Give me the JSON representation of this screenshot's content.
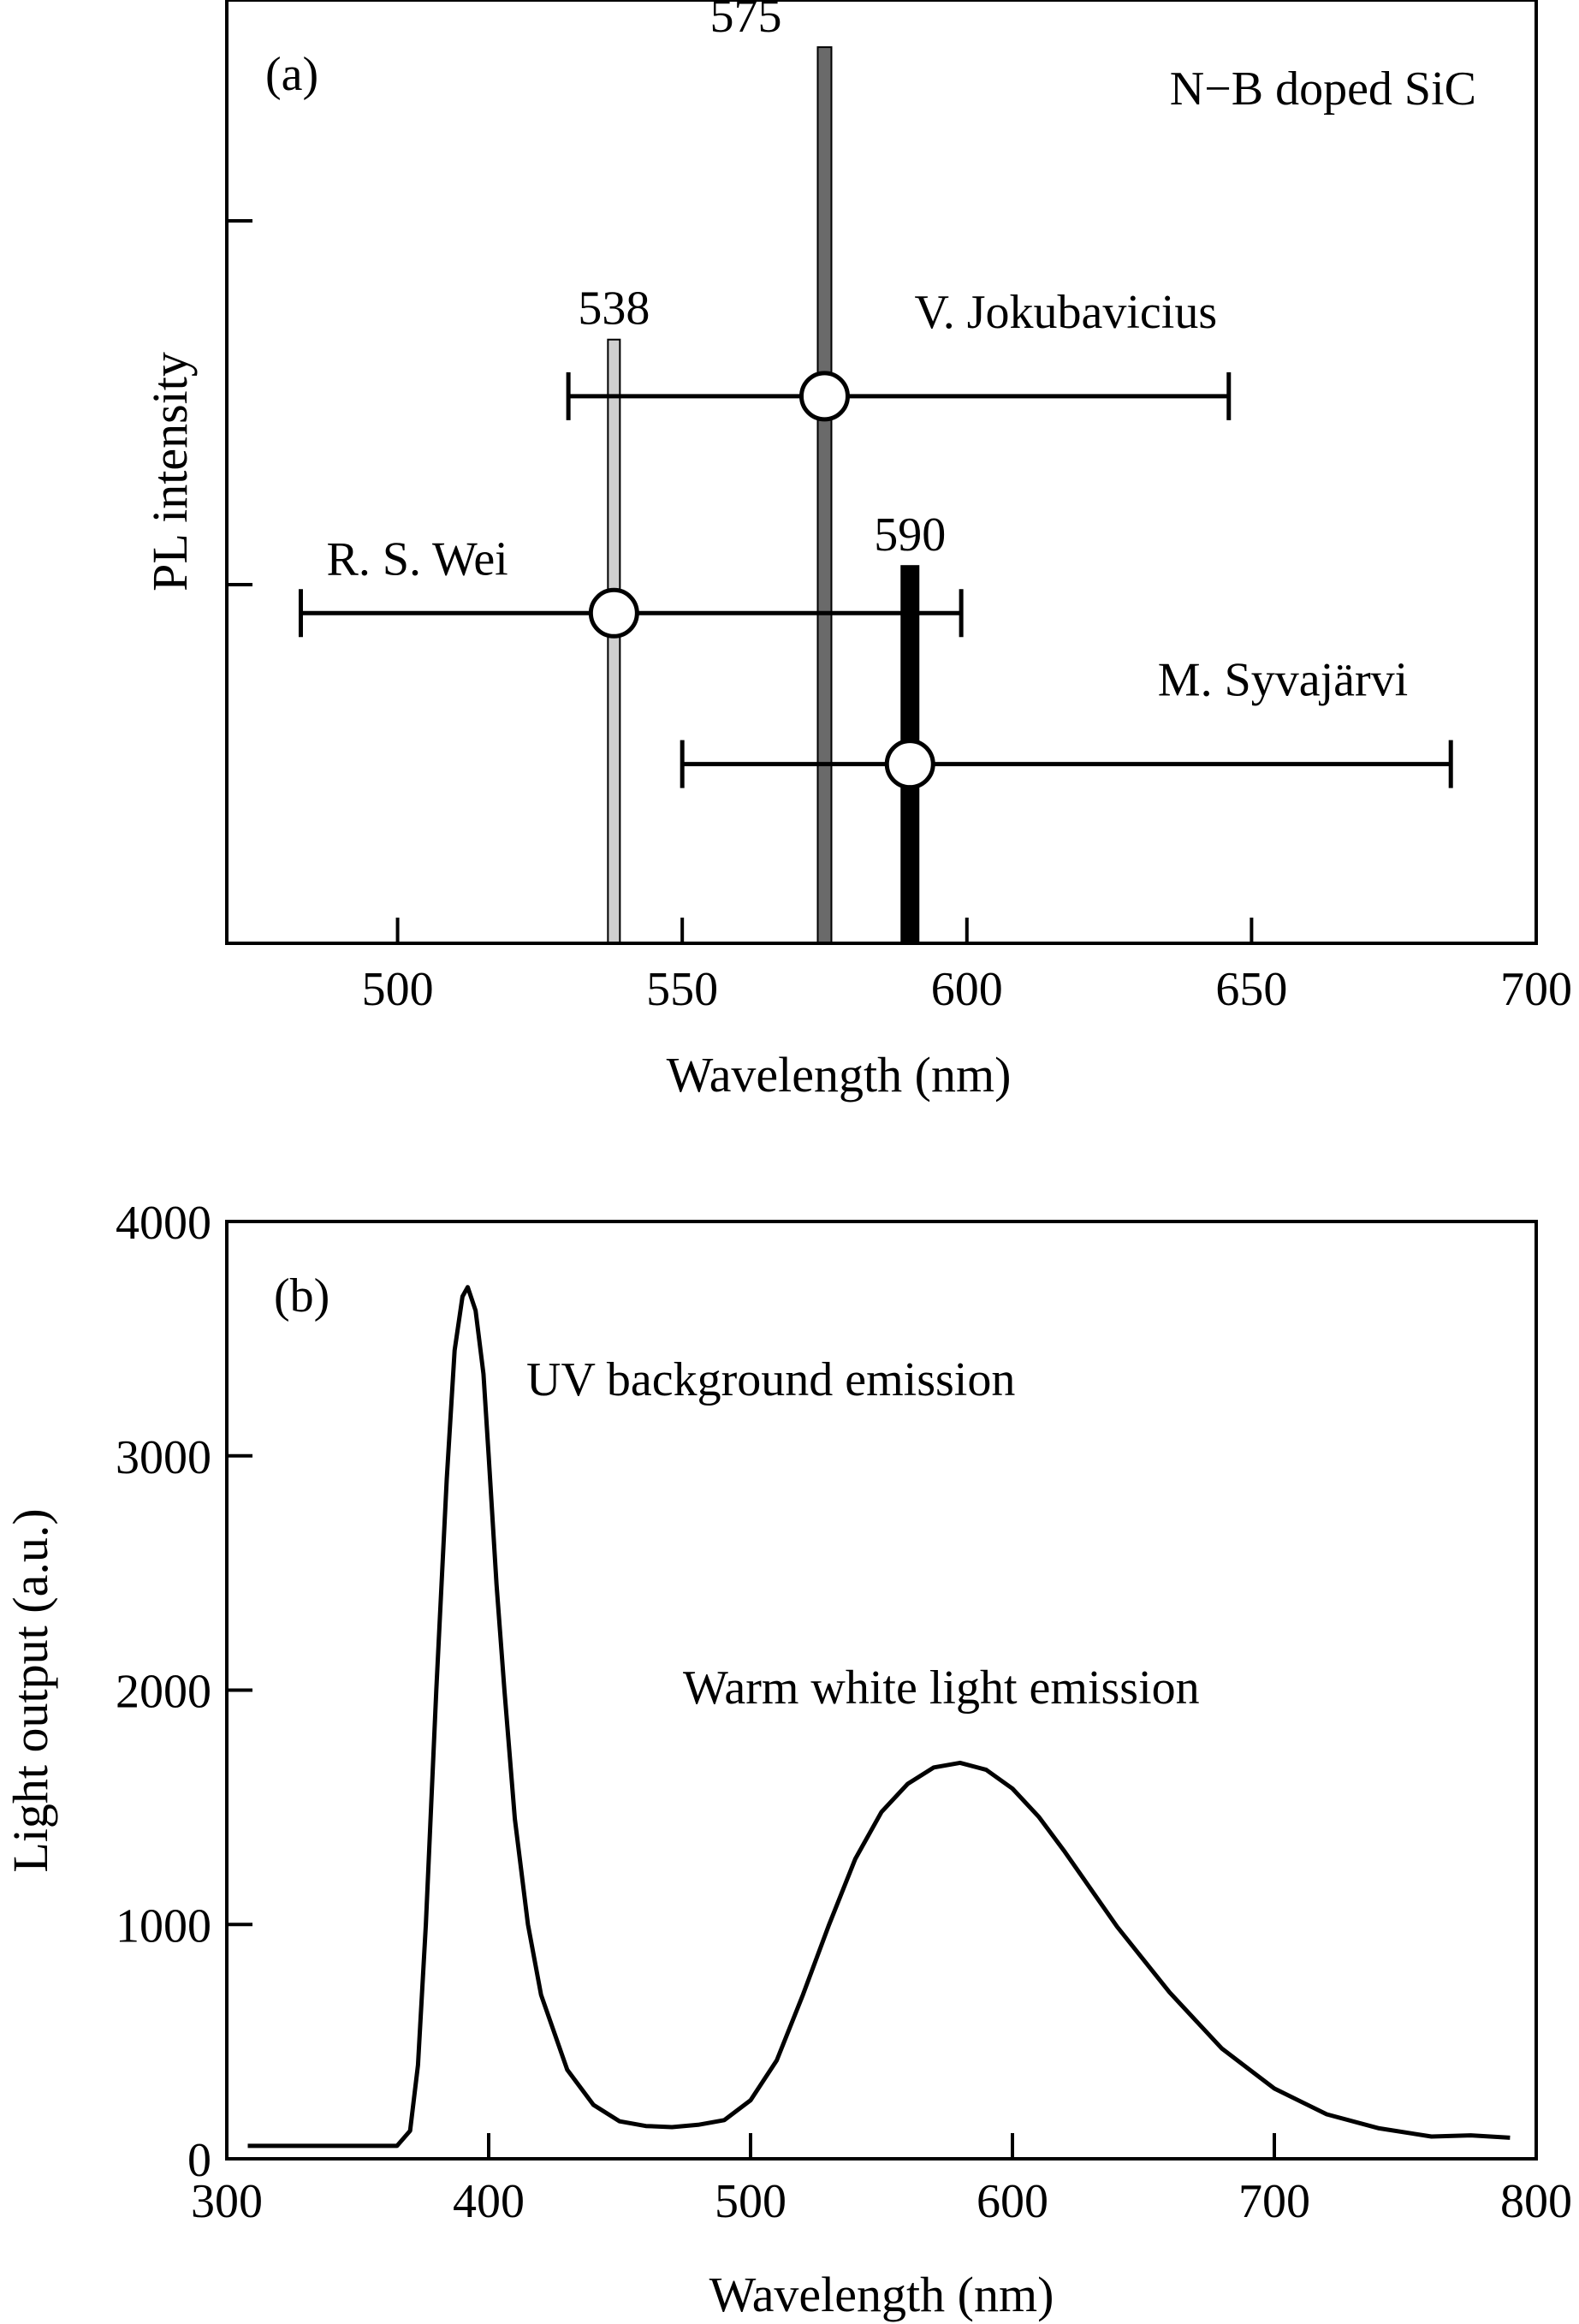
{
  "chart_data": [
    {
      "type": "scatter",
      "panel_label": "(a)",
      "title": "N−B doped SiC",
      "xlabel": "Wavelength (nm)",
      "ylabel": "PL intensity",
      "xlim": [
        470,
        700
      ],
      "ylim": [
        0,
        100
      ],
      "xticks": [
        500,
        550,
        600,
        650,
        700
      ],
      "yticks": [],
      "grid": false,
      "peak_bars": [
        {
          "wavelength": 538,
          "label": "538",
          "height": 64,
          "color": "#d0d0d0"
        },
        {
          "wavelength": 575,
          "label": "575",
          "height": 95,
          "color": "#6a6a6a"
        },
        {
          "wavelength": 590,
          "label": "590",
          "height": 40,
          "color": "#000000"
        }
      ],
      "points": [
        {
          "name": "V. Jokubavicius",
          "x": 575,
          "y": 58,
          "xmin": 530,
          "xmax": 646
        },
        {
          "name": "R. S. Wei",
          "x": 538,
          "y": 35,
          "xmin": 483,
          "xmax": 599
        },
        {
          "name": "M. Syvajärvi",
          "x": 590,
          "y": 19,
          "xmin": 550,
          "xmax": 685
        }
      ]
    },
    {
      "type": "line",
      "panel_label": "(b)",
      "xlabel": "Wavelength (nm)",
      "ylabel": "Light output (a.u.)",
      "xlim": [
        300,
        800
      ],
      "ylim": [
        0,
        4000
      ],
      "xticks": [
        300,
        400,
        500,
        600,
        700,
        800
      ],
      "yticks": [
        0,
        1000,
        2000,
        3000,
        4000
      ],
      "grid": false,
      "annotations": [
        {
          "text": "UV background emission",
          "x": 420,
          "y": 3280
        },
        {
          "text": "Warm white light emission",
          "x": 470,
          "y": 1950
        }
      ],
      "series": [
        {
          "x": [
            308,
            340,
            365,
            370,
            373,
            376,
            380,
            384,
            387,
            390,
            392,
            395,
            398,
            400,
            403,
            406,
            410,
            415,
            420,
            430,
            440,
            450,
            460,
            470,
            480,
            490,
            500,
            510,
            520,
            530,
            540,
            550,
            560,
            570,
            580,
            590,
            600,
            610,
            620,
            640,
            660,
            680,
            700,
            720,
            740,
            760,
            775,
            790
          ],
          "y": [
            55,
            55,
            55,
            120,
            400,
            1000,
            2000,
            2900,
            3450,
            3680,
            3720,
            3620,
            3350,
            3000,
            2450,
            2000,
            1450,
            1000,
            700,
            380,
            230,
            160,
            140,
            135,
            145,
            165,
            250,
            420,
            700,
            1000,
            1280,
            1480,
            1600,
            1670,
            1690,
            1660,
            1580,
            1460,
            1310,
            990,
            710,
            470,
            300,
            190,
            130,
            95,
            100,
            90
          ]
        }
      ]
    }
  ]
}
